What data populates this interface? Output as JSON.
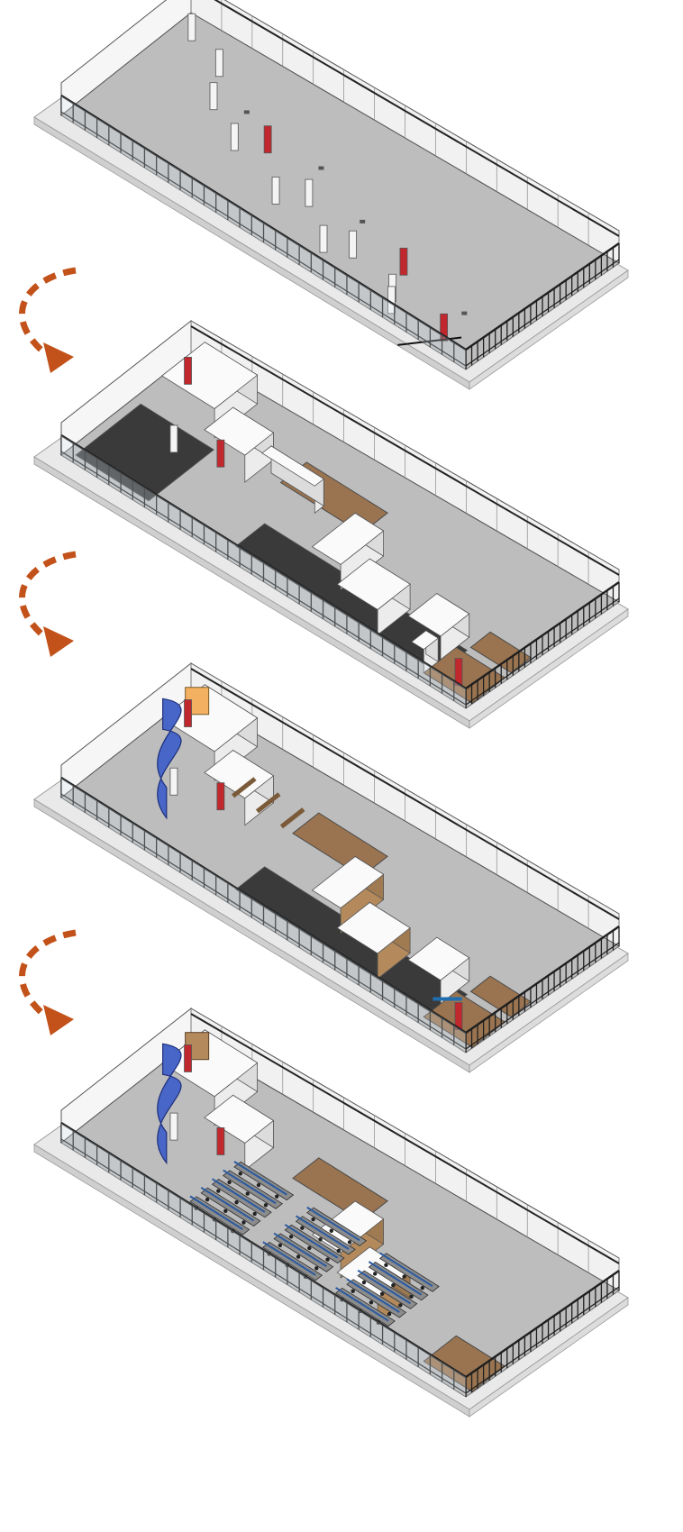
{
  "diagram": {
    "type": "isometric-floor-plan-evolution",
    "stage_count": 4,
    "stages": [
      {
        "name": "empty-shell",
        "features": [
          "perimeter-railing",
          "columns",
          "fire-hose-cabinets"
        ]
      },
      {
        "name": "partition-walls",
        "features": [
          "perimeter-railing",
          "rooms",
          "dark-carpet-zones",
          "wood-floor-rooms"
        ]
      },
      {
        "name": "interior-finishes",
        "features": [
          "blue-curved-wall",
          "wood-wall-panels",
          "ceiling-beams",
          "dark-carpet-zones"
        ]
      },
      {
        "name": "furnished",
        "features": [
          "workstation-rows",
          "chairs",
          "shelving",
          "blue-curved-wall",
          "wood-wall-panels"
        ]
      }
    ],
    "transition_arrows": 3
  },
  "colors": {
    "arrow": "#c2521a",
    "floor": "#bdbdbd",
    "base": "#e9e9e9",
    "wall": "#f1f1f1",
    "carpet": "#3a3a3a",
    "wood": "#9a7450",
    "wood_panel": "#b48a5c",
    "blue_wall": "#4866c8",
    "lamp": "#f3b060",
    "red_cabinet": "#c0282d",
    "railing": "#1f1f1f"
  },
  "icons": [
    "curved-arrow-icon"
  ]
}
